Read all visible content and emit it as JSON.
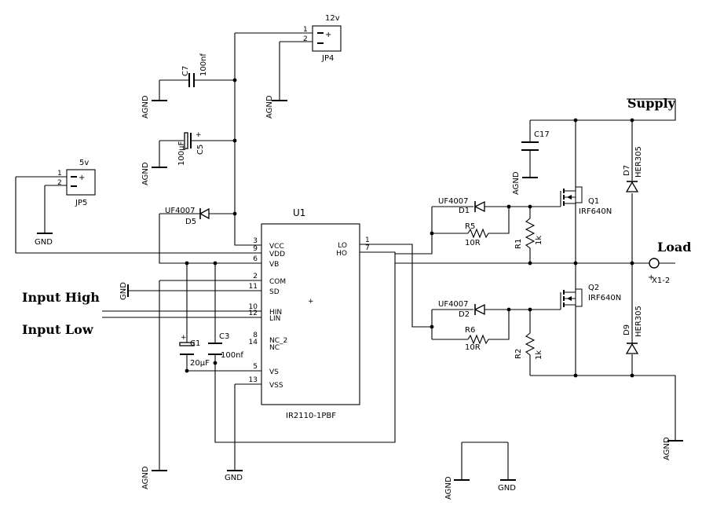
{
  "labels": {
    "jp4_value": "12v",
    "jp4_ref": "JP4",
    "jp4_p1": "1",
    "jp4_p2": "2",
    "jp5_value": "5v",
    "jp5_ref": "JP5",
    "jp5_p1": "1",
    "jp5_p2": "2",
    "c7_ref": "C7",
    "c7_value": "100nf",
    "c5_ref": "C5",
    "c5_value": "100µF",
    "c17_ref": "C17",
    "d5_part": "UF4007",
    "d5_ref": "D5",
    "d1_part": "UF4007",
    "d1_ref": "D1",
    "d2_part": "UF4007",
    "d2_ref": "D2",
    "r5_ref": "R5",
    "r5_value": "10R",
    "r6_ref": "R6",
    "r6_value": "10R",
    "r1_ref": "R1",
    "r1_value": "1k",
    "r2_ref": "R2",
    "r2_value": "1k",
    "q1_ref": "Q1",
    "q1_part": "IRF640N",
    "q2_ref": "Q2",
    "q2_part": "IRF640N",
    "d7_ref": "D7",
    "d7_part": "HER305",
    "d9_ref": "D9",
    "d9_part": "HER305",
    "c1_ref": "C1",
    "c1_value": "20µF",
    "c3_ref": "C3",
    "c3_value": "100nf",
    "u1_ref": "U1",
    "u1_part": "IR2110-1PBF",
    "x1_ref": "X1-2",
    "agnd": "AGND",
    "gnd": "GND",
    "supply": "Supply",
    "load": "Load",
    "input_high": "Input High",
    "input_low": "Input Low",
    "plus": "+"
  },
  "ic_pins_left": [
    {
      "num": "3",
      "name": "VCC"
    },
    {
      "num": "9",
      "name": "VDD"
    },
    {
      "num": "6",
      "name": "VB"
    },
    {
      "num": "2",
      "name": "COM"
    },
    {
      "num": "11",
      "name": "SD"
    },
    {
      "num": "10",
      "name": "HIN"
    },
    {
      "num": "12",
      "name": "LIN"
    },
    {
      "num": "8",
      "name": "NC_2"
    },
    {
      "num": "14",
      "name": "NC"
    },
    {
      "num": "5",
      "name": "VS"
    },
    {
      "num": "13",
      "name": "VSS"
    }
  ],
  "ic_pins_right": [
    {
      "num": "1",
      "name": "LO"
    },
    {
      "num": "7",
      "name": "HO"
    }
  ]
}
